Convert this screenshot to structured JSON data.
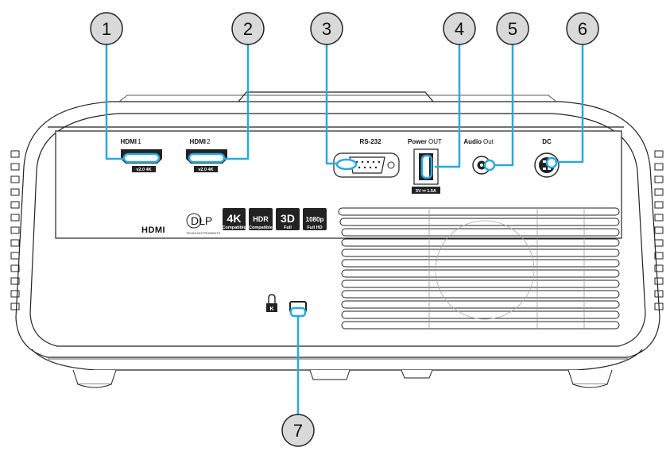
{
  "ports": {
    "hdmi1": {
      "name": "HDMI",
      "suffix": "1",
      "spec": "v2.0 4K"
    },
    "hdmi2": {
      "name": "HDMI",
      "suffix": "2",
      "spec": "v2.0 4K"
    },
    "rs232": {
      "name": "RS-232"
    },
    "power_out": {
      "name": "Power",
      "suffix": "OUT",
      "spec": "5V ⎓ 1.5A"
    },
    "audio_out": {
      "name": "Audio",
      "suffix": "Out"
    },
    "dc": {
      "name": "DC"
    }
  },
  "logos": {
    "hdmi": "HDMI",
    "dlp": "DLP",
    "dlp_sub": "TEXAS INSTRUMENTS",
    "badges": [
      {
        "top": "4K",
        "bottom": "Compatible"
      },
      {
        "top": "HDR",
        "bottom": "Compatible"
      },
      {
        "top": "3D",
        "bottom": "Full"
      },
      {
        "top": "1080p",
        "bottom": "Full HD"
      }
    ]
  },
  "callouts": [
    "1",
    "2",
    "3",
    "4",
    "5",
    "6",
    "7"
  ],
  "colors": {
    "callout_line": "#29a9e0",
    "callout_fill": "#d9d9d9",
    "body_stroke": "#222222"
  }
}
